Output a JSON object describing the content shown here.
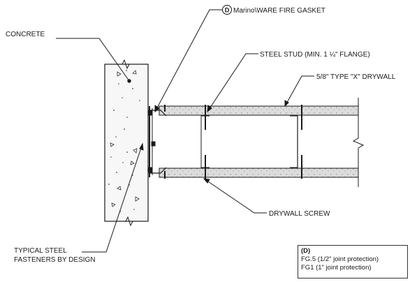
{
  "labels": {
    "concrete": "CONCRETE",
    "gasket_tag": "D",
    "gasket": "Marino\\WARE FIRE GASKET",
    "steel_stud": "STEEL STUD (MIN. 1 ¼\" FLANGE)",
    "drywall": "5/8\" TYPE \"X\" DRYWALL",
    "drywall_screw": "DRYWALL SCREW",
    "fasteners_line1": "TYPICAL STEEL",
    "fasteners_line2": "FASTENERS BY DESIGN"
  },
  "legend": {
    "title": "(D)",
    "line1": "FG.5 (1/2\" joint protection)",
    "line2": "FG1 (1\" joint protection)"
  },
  "colors": {
    "line": "#1a1a1a",
    "concrete_fill": "#f2f2f2",
    "drywall_fill": "#d9d9d9"
  }
}
